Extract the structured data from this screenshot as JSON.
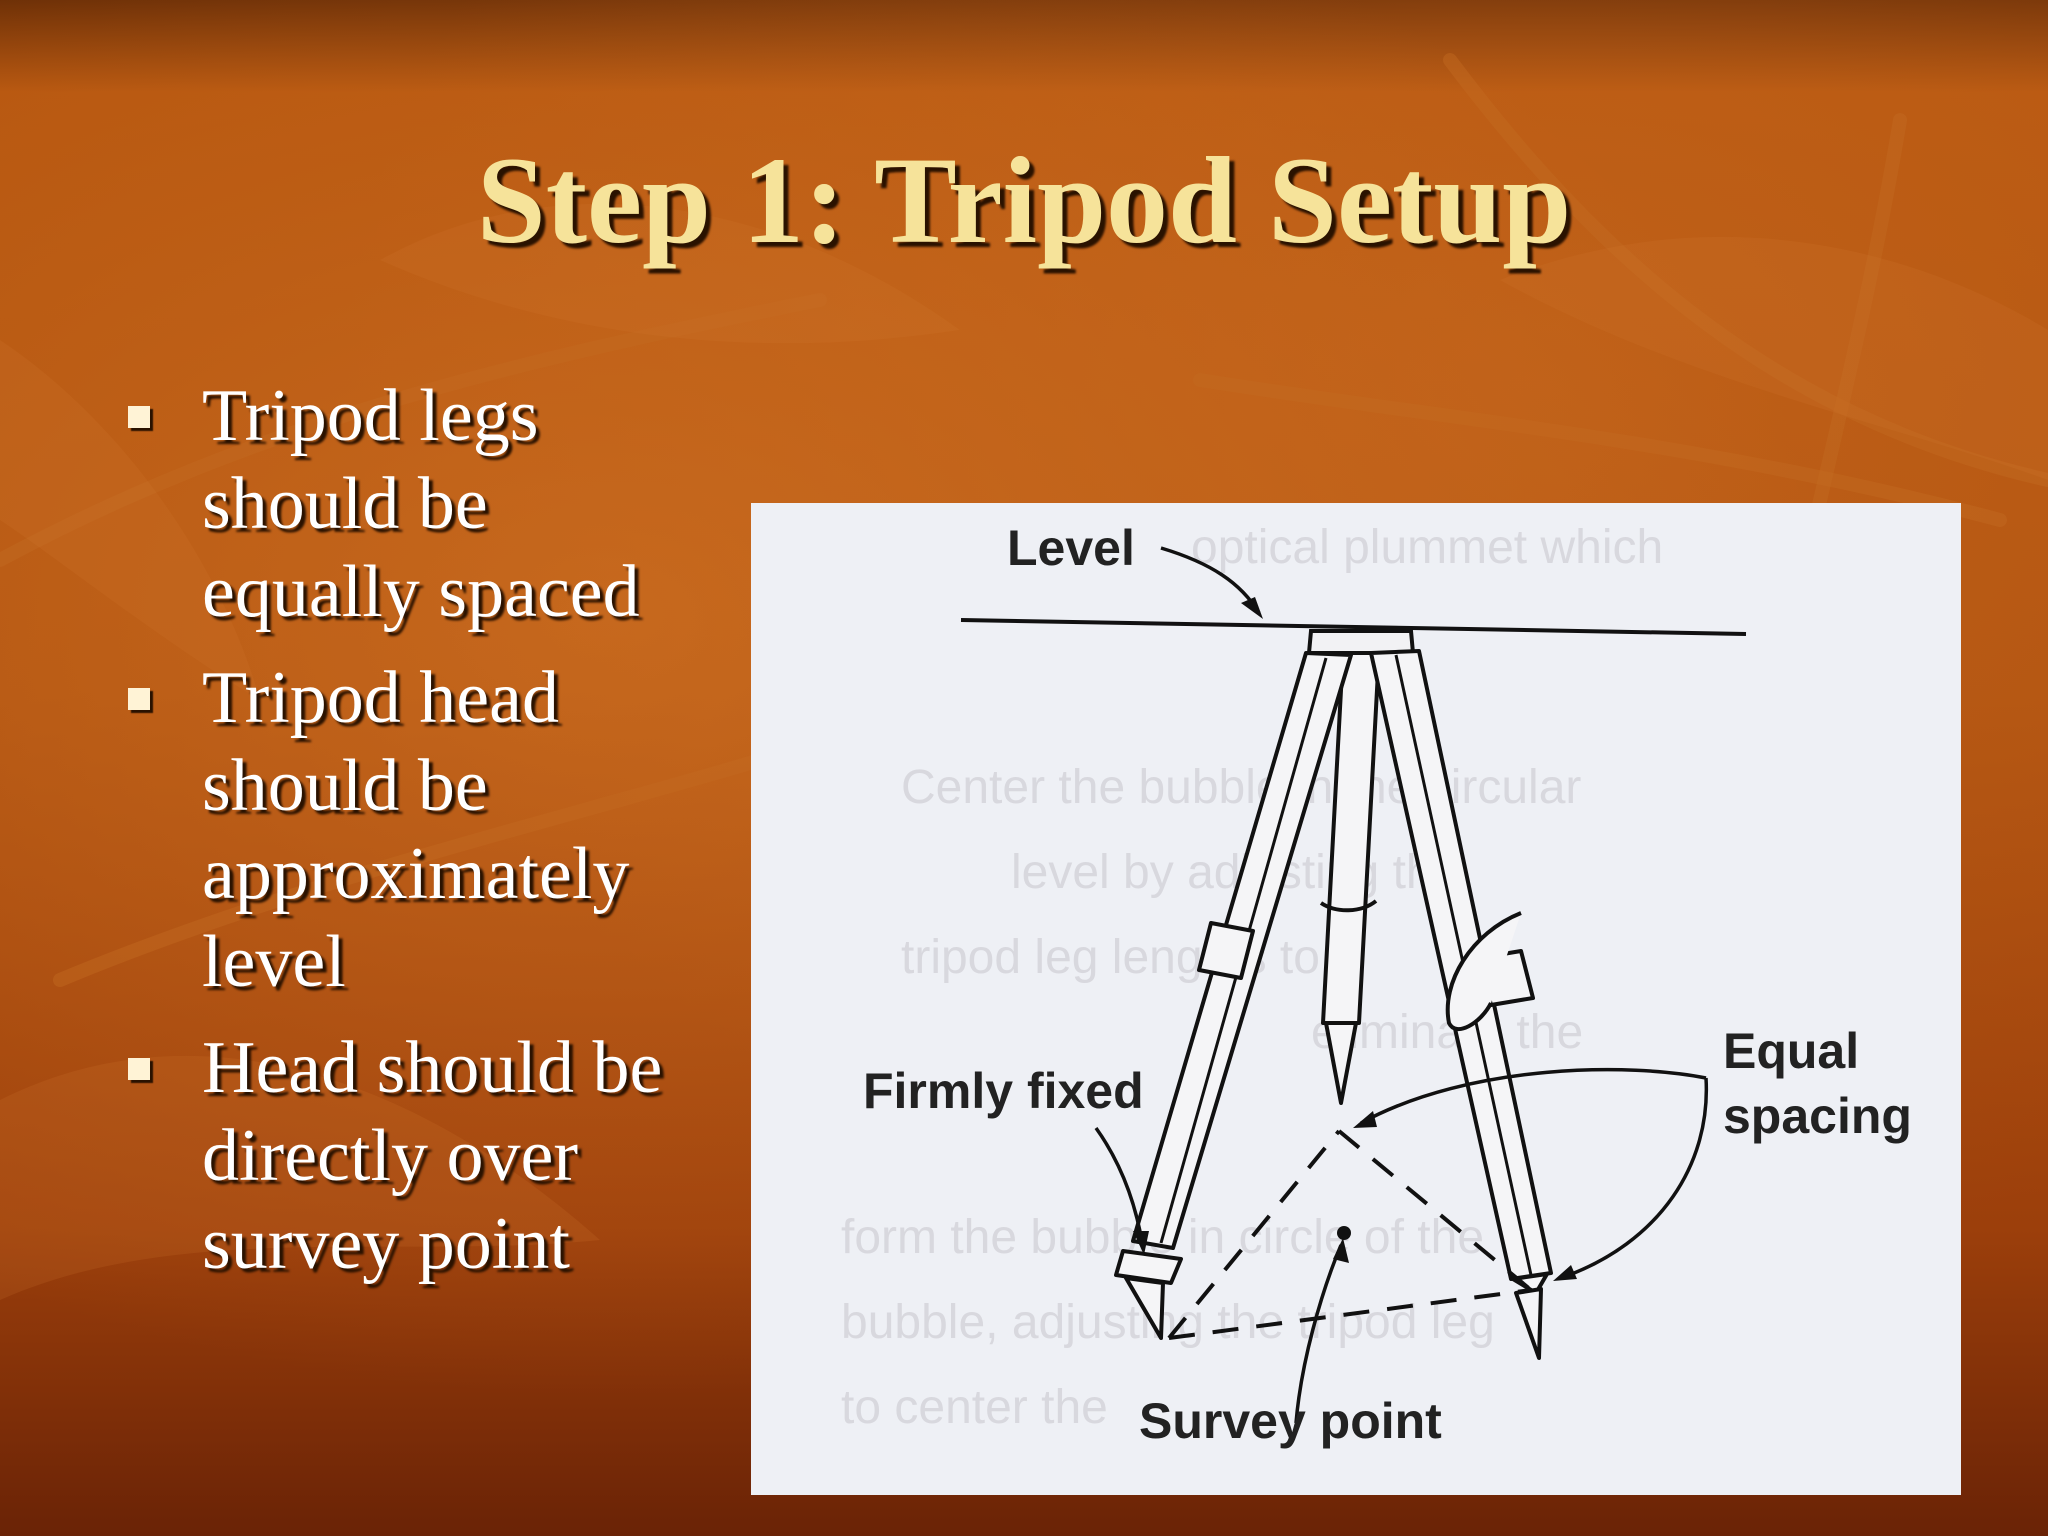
{
  "slide": {
    "title": "Step 1: Tripod Setup",
    "bullets": [
      "Tripod legs should be equally spaced",
      "Tripod head should be approximately level",
      "Head should be directly over survey point"
    ]
  },
  "figure": {
    "labels": {
      "level": "Level",
      "firmly_fixed": "Firmly fixed",
      "equal": "Equal",
      "spacing": "spacing",
      "survey_point": "Survey point"
    },
    "bleed_through_text": [
      "optical plummet which",
      "Center the bubble in the circular",
      "level by adjusting the",
      "tripod leg lengths to",
      "eliminate the",
      "form the bubble in circle of the",
      "bubble, adjusting the tripod leg",
      "to center the"
    ]
  }
}
